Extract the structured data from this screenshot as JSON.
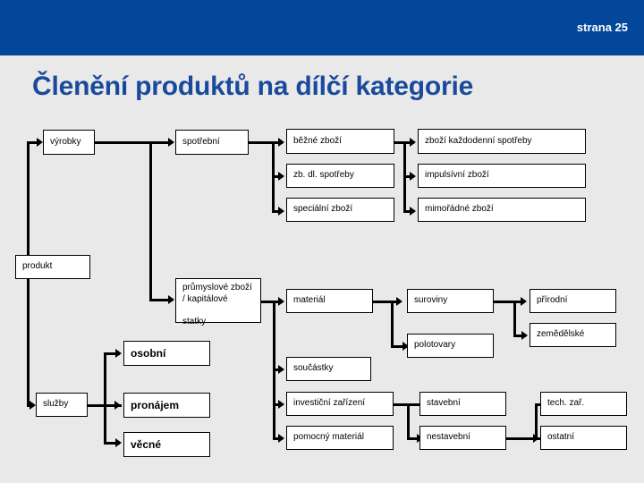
{
  "header": {
    "page_marker": "strana 25",
    "band_color": "#03479b",
    "title": "Členění produktů na dílčí kategorie",
    "title_color": "#1a4a9c",
    "background_color": "#e9e9e9"
  },
  "diagram": {
    "root": {
      "label": "produkt"
    },
    "nodes": {
      "produkt": "produkt",
      "vyrobky": "výrobky",
      "spotrebni": "spotřební",
      "bezne_zbozi": "běžné zboží",
      "zb_dl_spotreby": "zb. dl. spotřeby",
      "specialni_zbozi": "speciální zboží",
      "zbozi_kazdodenni": "zboží každodenní spotřeby",
      "impulsivni_zbozi": "impulsívní zboží",
      "mimoradne_zbozi": "mimořádné zboží",
      "prumyslove_zbozi": "průmyslové zboží\n/ kapitálové\n\nstatky",
      "material": "materiál",
      "suroviny": "suroviny",
      "prirodni": "přírodní",
      "zemedelske": "zemědělské",
      "polotovary": "polotovary",
      "soucastky": "součástky",
      "investicni_zarizeni": "investiční zařízení",
      "stavebni": "stavební",
      "nestavebni": "nestavební",
      "tech_zar": "tech. zař.",
      "ostatni": "ostatní",
      "pomocny_material": "pomocný materiál",
      "sluzby": "služby",
      "osobni": "osobní",
      "pronajem": "pronájem",
      "vecne": "věcné"
    }
  }
}
